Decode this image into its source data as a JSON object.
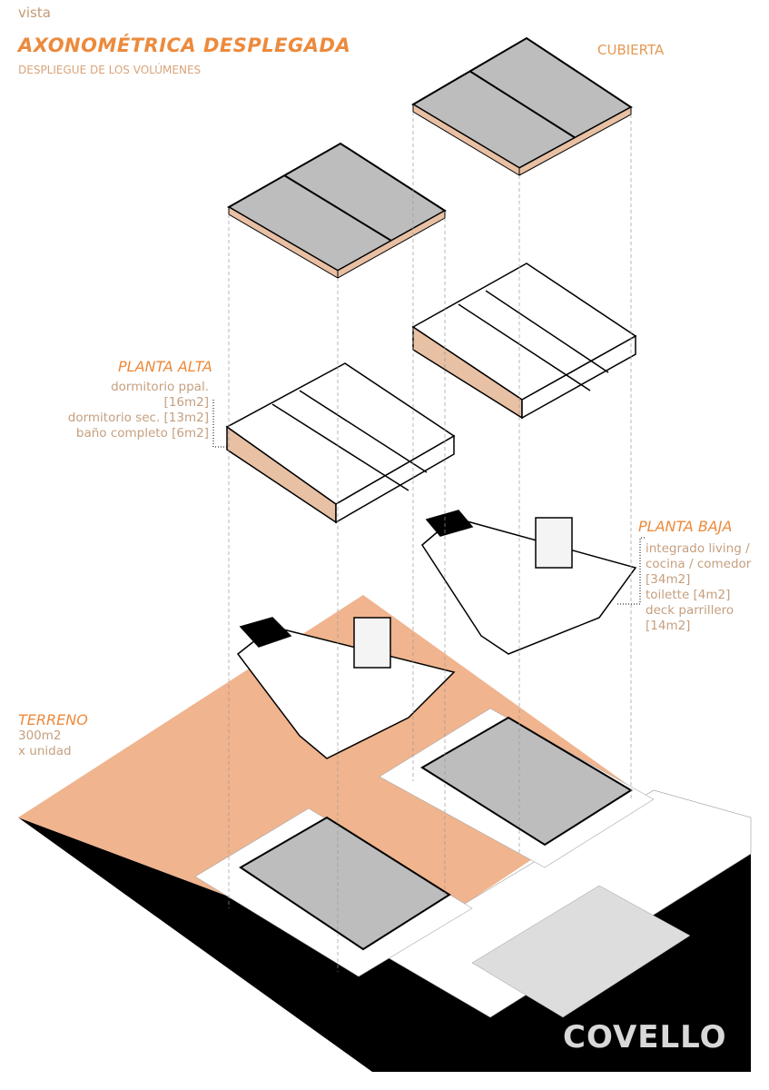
{
  "header": {
    "kicker": "vista",
    "title": "AXONOMÉTRICA DESPLEGADA",
    "subtitle": "DESPLIEGUE DE LOS VOLÚMENES"
  },
  "labels": {
    "cubierta": "CUBIERTA",
    "planta_alta": {
      "title": "PLANTA ALTA",
      "items": [
        "dormitorio ppal. [16m2]",
        "dormitorio sec. [13m2]",
        "baño completo [6m2]"
      ]
    },
    "planta_baja": {
      "title": "PLANTA BAJA",
      "items": [
        "integrado living /",
        "cocina / comedor",
        "[34m2]",
        "toilette [4m2]",
        "deck parrillero",
        "[14m2]"
      ]
    },
    "terreno": {
      "title": "TERRENO",
      "items": [
        "300m2",
        "x unidad"
      ]
    }
  },
  "logo": "COVELLO",
  "colors": {
    "accent": "#ec8a3c",
    "terrain": "#f0b48e",
    "roof": "#bdbdbd",
    "ground": "#000000"
  }
}
